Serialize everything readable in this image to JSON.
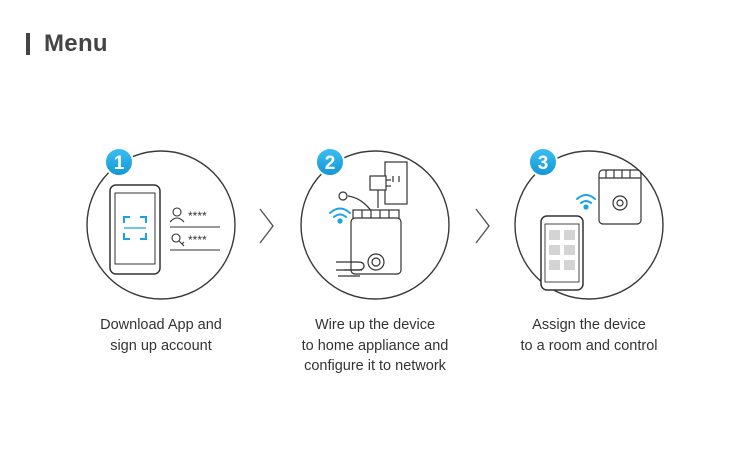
{
  "header": {
    "title": "Menu"
  },
  "accent_color": "#1aa3e4",
  "steps": [
    {
      "number": "1",
      "icon": "phone-login-icon",
      "username_mask": "****",
      "password_mask": "****",
      "caption_lines": [
        "Download App and",
        "sign up account"
      ]
    },
    {
      "number": "2",
      "icon": "wiring-icon",
      "caption_lines": [
        "Wire up the device",
        "to home appliance and",
        "configure it to network"
      ]
    },
    {
      "number": "3",
      "icon": "phone-device-control-icon",
      "caption_lines": [
        "Assign the device",
        "to a room and control"
      ]
    }
  ],
  "arrow_icon": "chevron-right-icon"
}
